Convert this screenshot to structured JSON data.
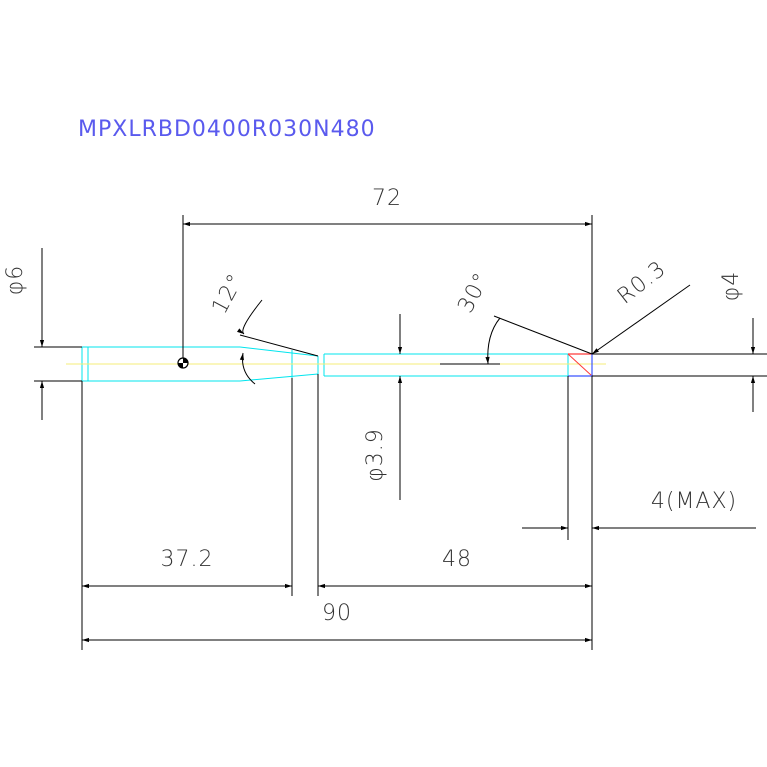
{
  "title": "MPXLRBD0400R030N480",
  "colors": {
    "title": "#5a5aee",
    "outline": "#00e5ee",
    "centerline": "#f5ee7a",
    "dim": "#000000",
    "radius_mark": "#ff3a3a",
    "tip_mark": "#3a55ff"
  },
  "dimensions": {
    "overall_length": "90",
    "shank_length": "37.2",
    "neck_length": "48",
    "ref_length": "72",
    "tip_length": "4(MAX)",
    "shank_diameter": "φ6",
    "neck_diameter": "φ3.9",
    "tip_diameter": "φ4",
    "corner_radius": "R0.3",
    "taper_angle": "12°",
    "tip_angle": "30°"
  }
}
